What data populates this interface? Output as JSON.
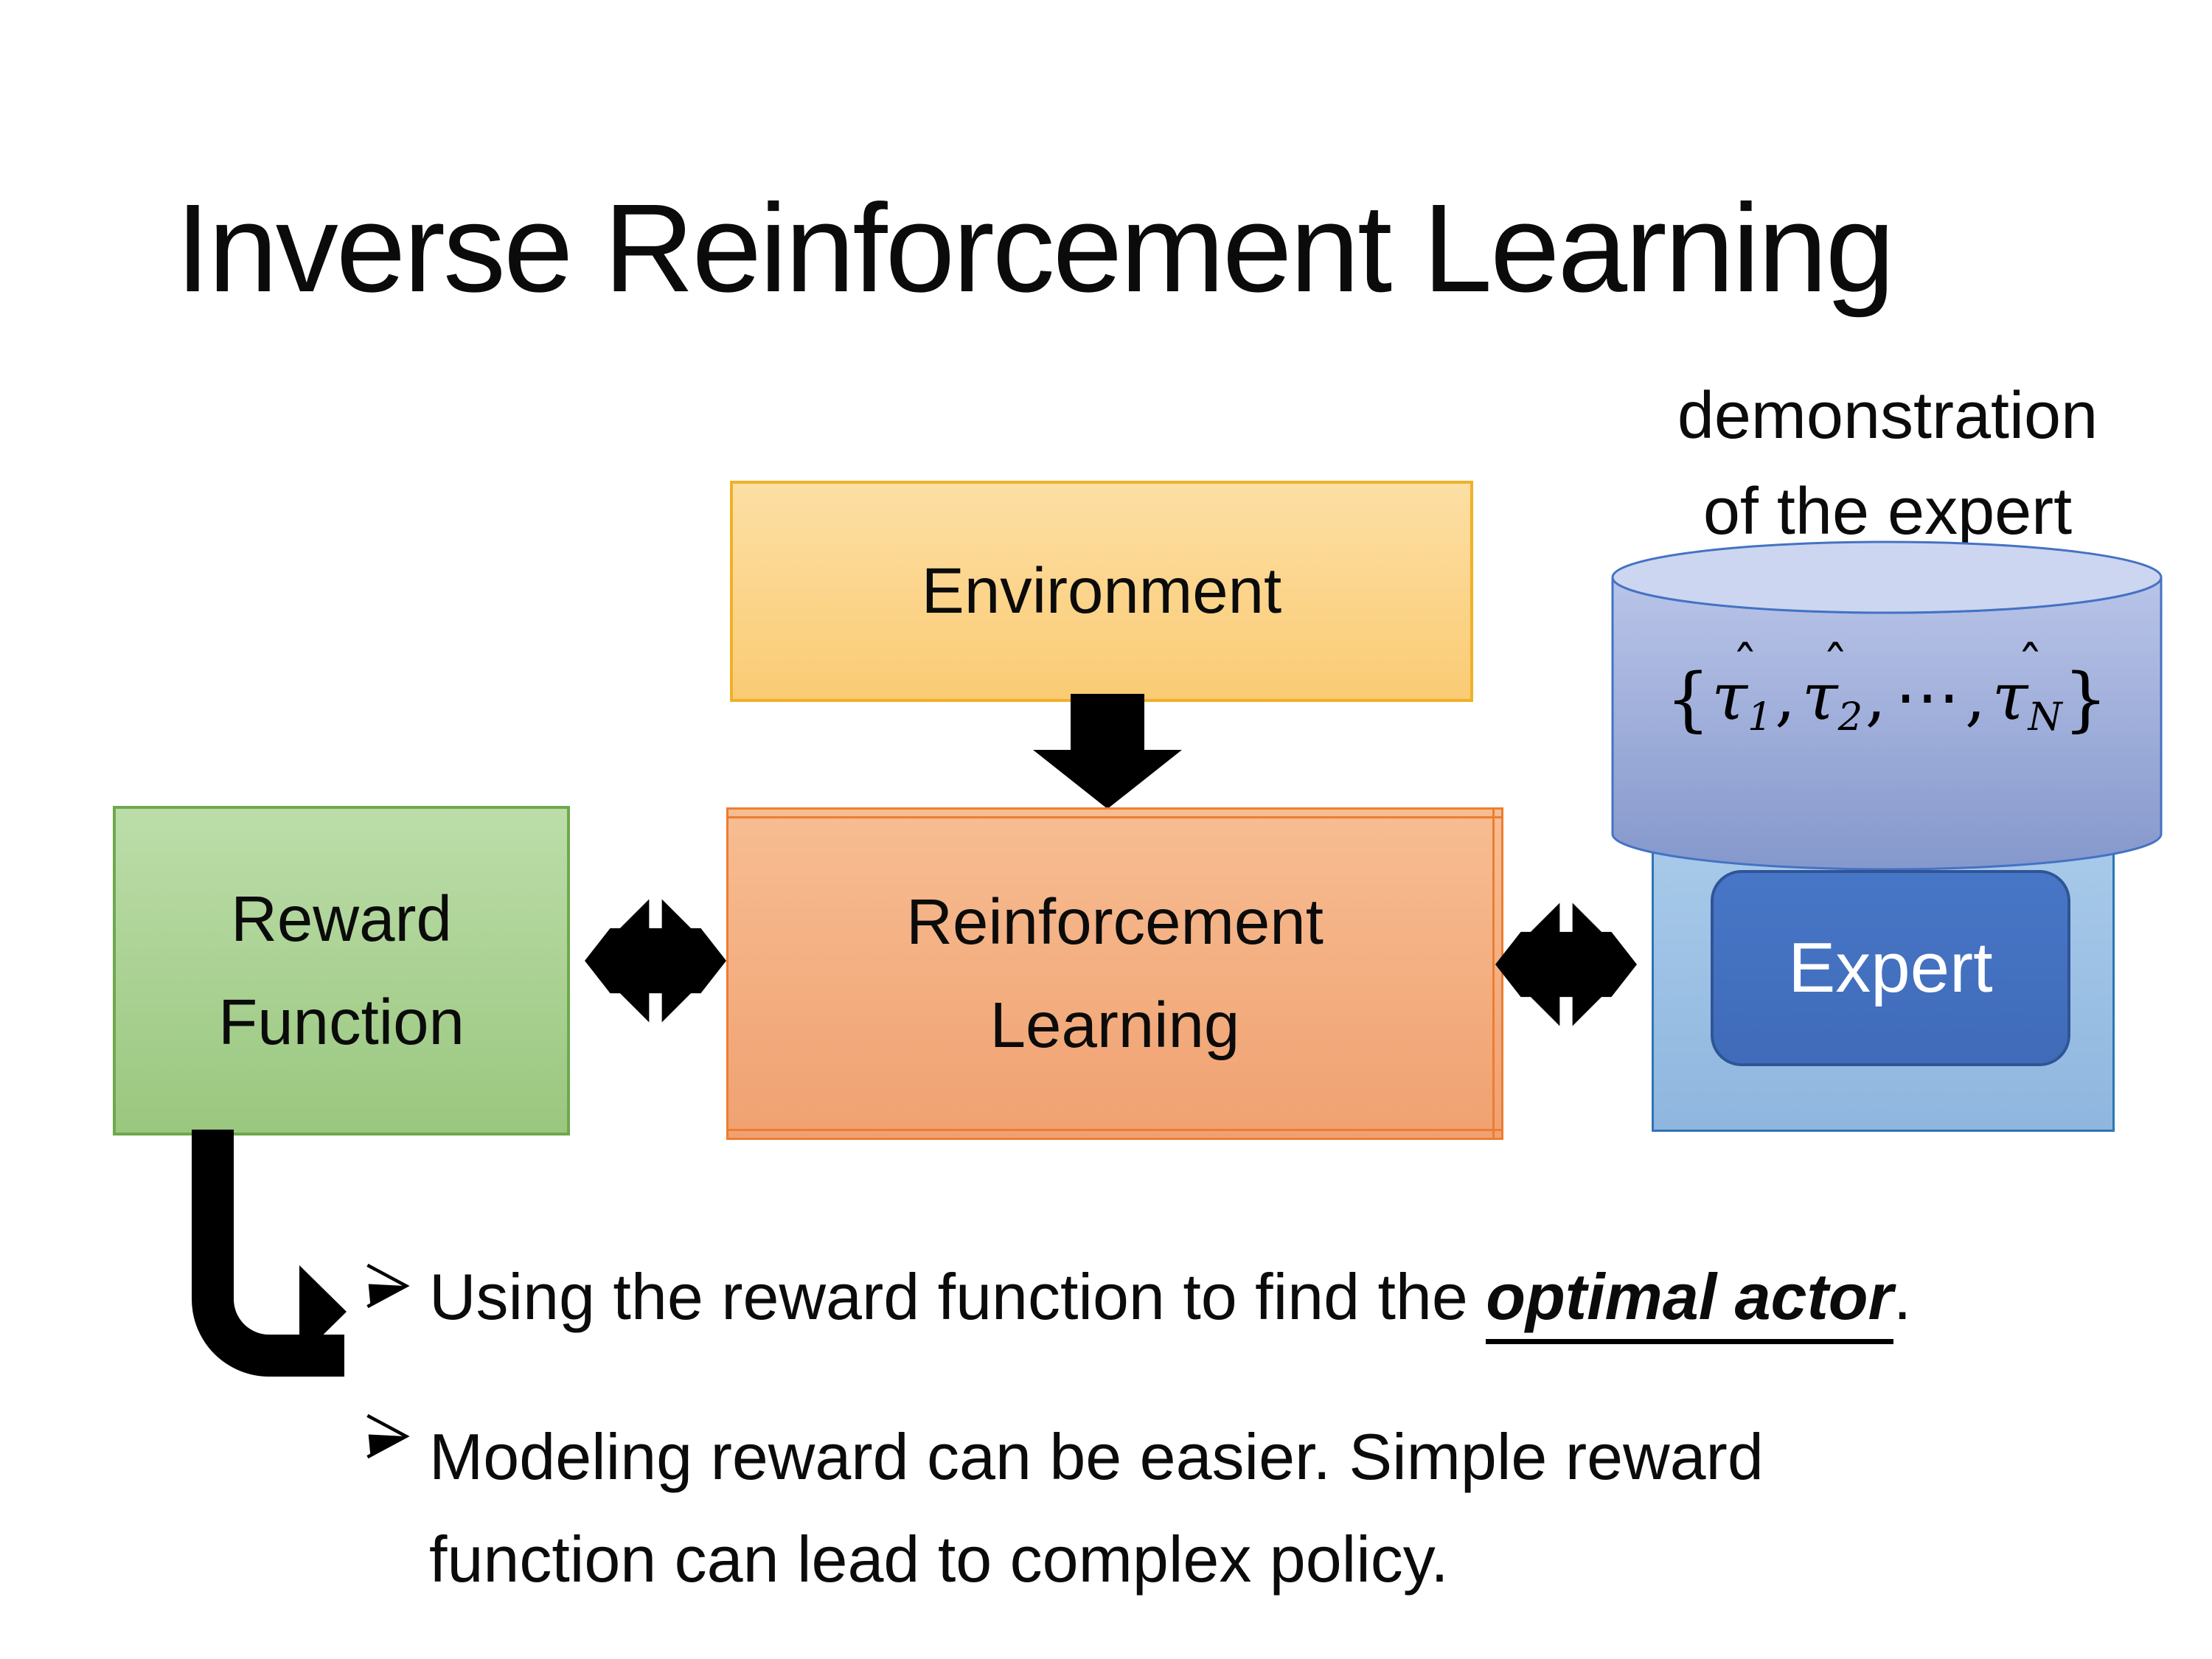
{
  "slide": {
    "title": "Inverse Reinforcement Learning",
    "demo_label": {
      "line1": "demonstration",
      "line2": "of the expert"
    },
    "environment": {
      "label": "Environment"
    },
    "reward_function": {
      "line1": "Reward",
      "line2": "Function"
    },
    "reinforcement_learning": {
      "line1": "Reinforcement",
      "line2": "Learning"
    },
    "expert": {
      "label": "Expert"
    },
    "demonstrations": {
      "open": "{",
      "close": "}",
      "comma": ",",
      "dots": "⋯",
      "terms": [
        {
          "base": "τ",
          "hat": "ˆ",
          "sub": "1"
        },
        {
          "base": "τ",
          "hat": "ˆ",
          "sub": "2"
        },
        {
          "base": "τ",
          "hat": "ˆ",
          "sub": "N"
        }
      ]
    },
    "bullets": {
      "item1": {
        "prefix": "Using the reward function to find the ",
        "emphasis": "optimal actor",
        "suffix": "."
      },
      "item2": {
        "line1": "Modeling reward can be easier. Simple reward",
        "line2": "function can lead to complex policy."
      }
    },
    "icons": {
      "down_arrow": "down-block-arrow",
      "left_exchange_arrow": "bidirectional-exchange-arrow",
      "right_exchange_arrow": "bidirectional-exchange-arrow",
      "bent_arrow": "elbow-right-arrow",
      "bullet_glyph": "arrowhead-bullet",
      "cylinder": "database-cylinder"
    },
    "colors": {
      "text_color": "#0b0b0b",
      "arrow_color": "#000000",
      "environment_fill_top": "#FDDFA4",
      "environment_fill_bottom": "#FACB74",
      "environment_border": "#F0B028",
      "reward_fill_top": "#BCDDA9",
      "reward_fill_bottom": "#9AC77F",
      "reward_border": "#6FA84C",
      "rl_fill_top": "#F7BD92",
      "rl_fill_bottom": "#F0A171",
      "rl_border": "#ED7D31",
      "expert_panel_fill_top": "#AACCEB",
      "expert_panel_fill_bottom": "#8FB6DF",
      "expert_panel_border": "#2E75B6",
      "expert_fill": "#4876C6",
      "expert_border": "#2F5597",
      "expert_text": "#FFFFFF",
      "cylinder_fill_top": "#B9C4E8",
      "cylinder_fill_bottom": "#8598CC",
      "cylinder_top_fill": "#CDD6F0",
      "cylinder_border": "#4472C4"
    }
  }
}
